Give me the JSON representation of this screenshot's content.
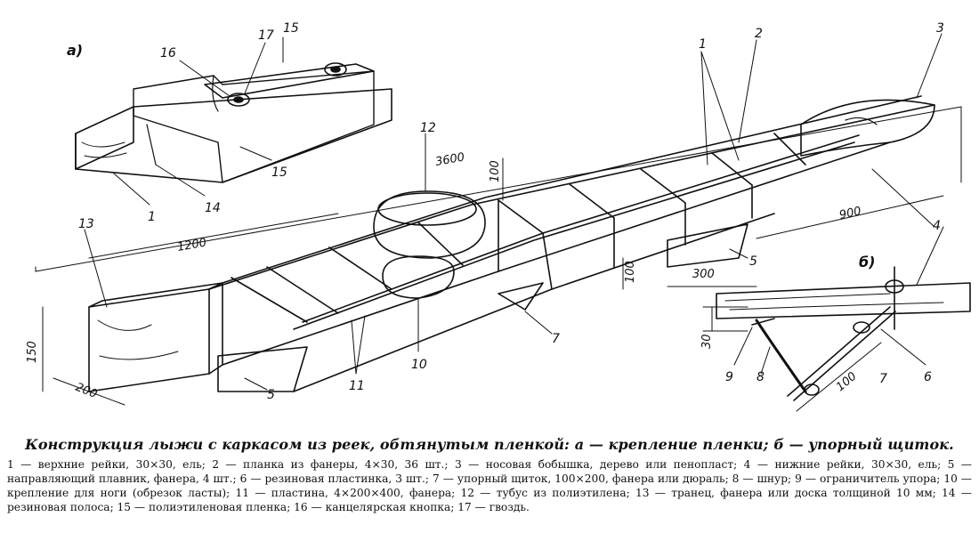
{
  "figure": {
    "subfig_a": "а)",
    "subfig_b": "б)",
    "labels": {
      "l1_top": "1",
      "l2_top": "2",
      "l3": "3",
      "l4_right": "4",
      "l4_b": "4",
      "l5_front": "5",
      "l5_right": "5",
      "l6": "6",
      "l7_main": "7",
      "l7_b": "7",
      "l8": "8",
      "l9": "9",
      "l10": "10",
      "l11": "11",
      "l12": "12",
      "l13": "13",
      "l14": "14",
      "l15_top": "15",
      "l15_bottom": "15",
      "l16": "16",
      "l17": "17",
      "l1_a": "1"
    },
    "dimensions": {
      "d3600": "3600",
      "d1200": "1200",
      "d900": "900",
      "d300": "300",
      "d200": "200",
      "d150": "150",
      "d100_top": "100",
      "d100_side": "100",
      "d30": "30",
      "d100_b": "100"
    }
  },
  "caption": {
    "title": "Конструкция лыжи с каркасом из реек, обтянутым пленкой: а — крепление пленки; б — упорный щиток.",
    "legend": "1 — верхние рейки, 30×30, ель; 2 — планка из фанеры, 4×30, 36 шт.; 3 — носовая бобышка, дерево или пенопласт; 4 — нижние рейки, 30×30, ель; 5 — направляющий плавник, фанера, 4 шт.; 6 — резиновая пластинка, 3 шт.; 7 — упорный щиток, 100×200, фанера или дюраль; 8 — шнур; 9 — ограничитель упора; 10 — крепление для ноги (обрезок ласты); 11 — пластина, 4×200×400, фанера; 12 — тубус из полиэтилена; 13 — транец, фанера или доска толщиной 10 мм; 14 — резиновая полоса; 15 — полиэтиленовая пленка; 16 — канцелярская кнопка; 17 — гвоздь."
  }
}
